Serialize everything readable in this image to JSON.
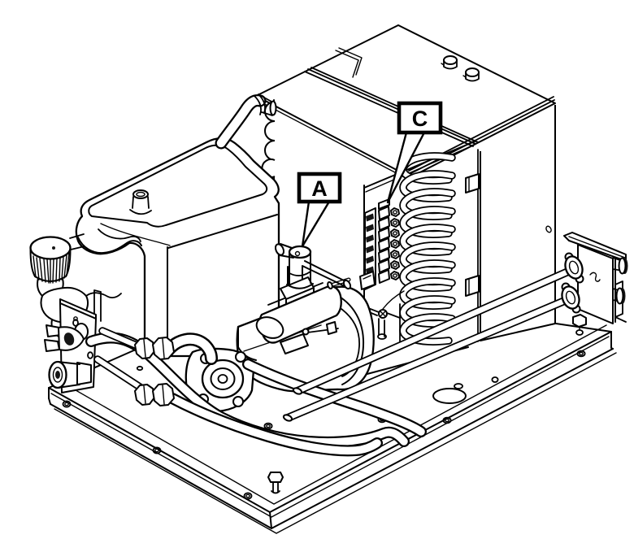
{
  "figure": {
    "type": "technical-line-drawing",
    "subject": "marine-chiller-unit-isometric-view",
    "background_color": "#ffffff",
    "line_color": "#000000",
    "callouts": [
      {
        "letter": "A",
        "target": "service-valve"
      },
      {
        "letter": "C",
        "target": "terminal-strip"
      }
    ]
  }
}
